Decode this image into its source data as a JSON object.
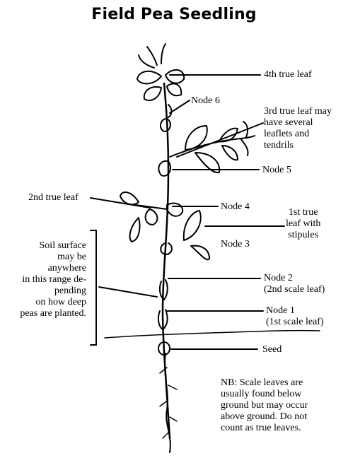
{
  "title": "Field Pea Seedling",
  "labels": {
    "leaf4": "4th true leaf",
    "node6": "Node 6",
    "leaf3": [
      "3rd true leaf may",
      "have several",
      "leaflets and",
      "tendrils"
    ],
    "node5": "Node 5",
    "leaf2": "2nd true leaf",
    "node4": "Node 4",
    "leaf1": [
      "1st true",
      "leaf with",
      "stipules"
    ],
    "node3": "Node 3",
    "soil": [
      "Soil surface",
      "may be",
      "anywhere",
      "in this range de-",
      "pending",
      "on how deep",
      "peas are planted."
    ],
    "node2": [
      "Node 2",
      "(2nd scale leaf)"
    ],
    "node1": [
      "Node 1",
      "(1st scale leaf)"
    ],
    "seed": "Seed",
    "note": [
      "NB: Scale leaves are",
      "usually found below",
      "ground but may occur",
      "above ground. Do not",
      "count as true leaves."
    ]
  },
  "colors": {
    "ink": "#000000",
    "background": "#ffffff"
  }
}
